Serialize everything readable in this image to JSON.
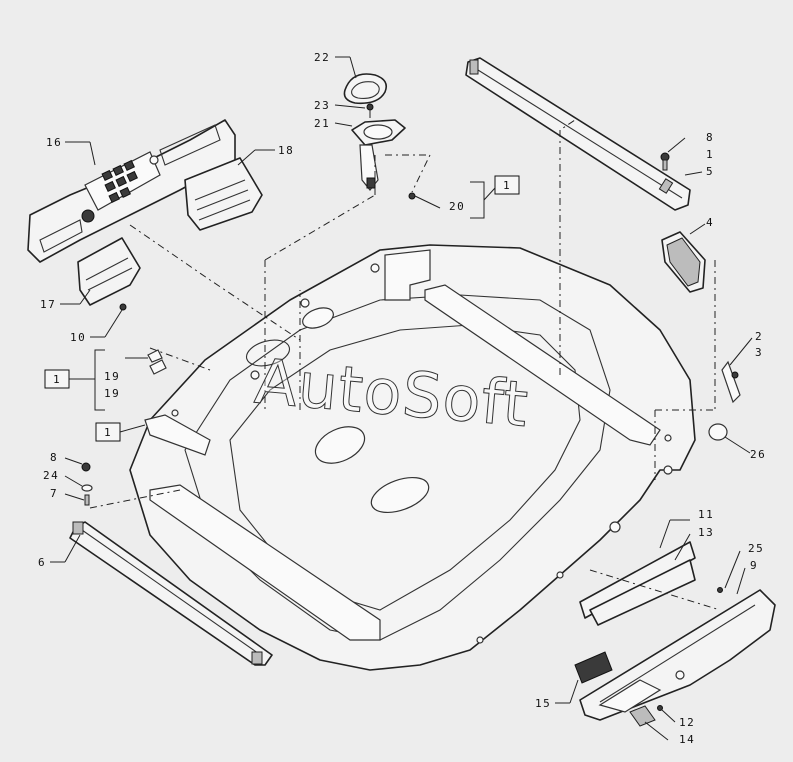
{
  "watermark": "AutoSoft",
  "callouts": [
    {
      "id": "16",
      "text": "16"
    },
    {
      "id": "18",
      "text": "18"
    },
    {
      "id": "17",
      "text": "17"
    },
    {
      "id": "10",
      "text": "10"
    },
    {
      "id": "22",
      "text": "22"
    },
    {
      "id": "23",
      "text": "23"
    },
    {
      "id": "21",
      "text": "21"
    },
    {
      "id": "20",
      "text": "20"
    },
    {
      "id": "8a",
      "text": "8"
    },
    {
      "id": "1a",
      "text": "1"
    },
    {
      "id": "5",
      "text": "5"
    },
    {
      "id": "4",
      "text": "4"
    },
    {
      "id": "2",
      "text": "2"
    },
    {
      "id": "3",
      "text": "3"
    },
    {
      "id": "26",
      "text": "26"
    },
    {
      "id": "19a",
      "text": "19"
    },
    {
      "id": "19b",
      "text": "19"
    },
    {
      "id": "8b",
      "text": "8"
    },
    {
      "id": "24",
      "text": "24"
    },
    {
      "id": "7",
      "text": "7"
    },
    {
      "id": "6",
      "text": "6"
    },
    {
      "id": "11",
      "text": "11"
    },
    {
      "id": "13",
      "text": "13"
    },
    {
      "id": "25",
      "text": "25"
    },
    {
      "id": "9",
      "text": "9"
    },
    {
      "id": "15",
      "text": "15"
    },
    {
      "id": "12",
      "text": "12"
    },
    {
      "id": "14",
      "text": "14"
    }
  ],
  "boxed_refs": [
    {
      "id": "box-20",
      "text": "1"
    },
    {
      "id": "box-19",
      "text": "1"
    },
    {
      "id": "box-main",
      "text": "1"
    }
  ]
}
